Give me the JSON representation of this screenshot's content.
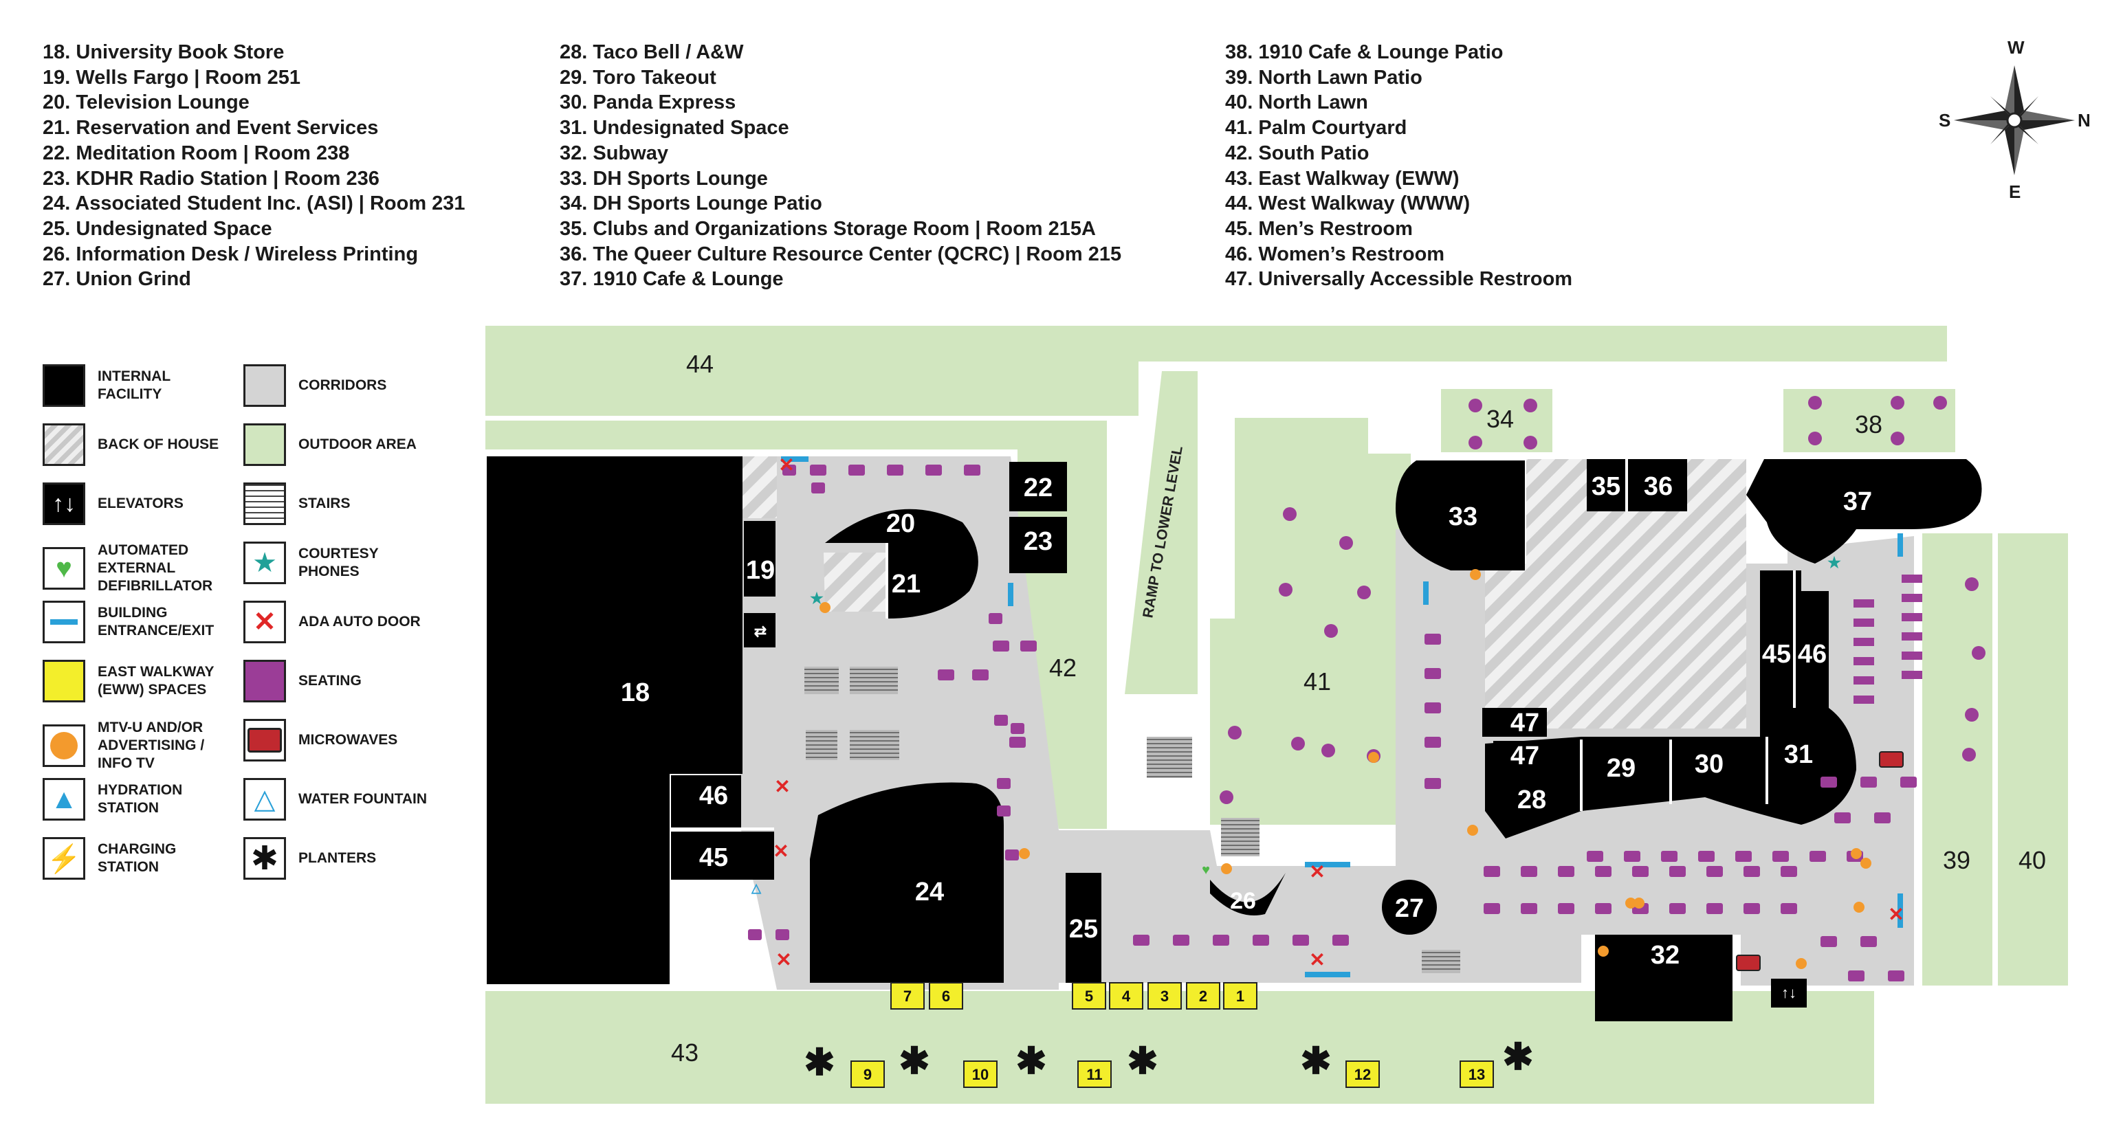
{
  "directory": {
    "col1": [
      "18. University Book Store",
      "19. Wells Fargo | Room 251",
      "20. Television Lounge",
      "21. Reservation and Event Services",
      "22. Meditation Room | Room 238",
      "23. KDHR Radio Station | Room 236",
      "24. Associated Student Inc. (ASI) | Room 231",
      "25. Undesignated Space",
      "26. Information Desk / Wireless Printing",
      "27. Union Grind"
    ],
    "col2": [
      "28. Taco Bell / A&W",
      "29. Toro Takeout",
      "30. Panda Express",
      "31. Undesignated Space",
      "32. Subway",
      "33. DH Sports Lounge",
      "34. DH Sports Lounge Patio",
      "35. Clubs and Organizations Storage Room | Room 215A",
      "36. The Queer Culture Resource Center (QCRC) | Room 215",
      "37. 1910 Cafe & Lounge"
    ],
    "col3": [
      "38. 1910 Cafe & Lounge Patio",
      "39. North Lawn Patio",
      "40. North Lawn",
      "41. Palm Courtyard",
      "42. South Patio",
      "43. East Walkway (EWW)",
      "44. West Walkway (WWW)",
      "45. Men’s Restroom",
      "46. Women’s Restroom",
      "47. Universally Accessible Restroom"
    ]
  },
  "compass": {
    "w": "W",
    "s": "S",
    "n": "N",
    "e": "E"
  },
  "legend": {
    "internal": "INTERNAL FACILITY",
    "corridors": "CORRIDORS",
    "back_of_house": "BACK OF HOUSE",
    "outdoor": "OUTDOOR AREA",
    "elevators": "ELEVATORS",
    "stairs": "STAIRS",
    "aed": "AUTOMATED EXTERNAL DEFIBRILLATOR",
    "courtesy_phones": "COURTESY PHONES",
    "entrance": "BUILDING ENTRANCE/EXIT",
    "ada_door": "ADA AUTO DOOR",
    "eww_spaces": "EAST WALKWAY (EWW) SPACES",
    "seating": "SEATING",
    "mtvu": "MTV-U AND/OR ADVERTISING / INFO TV",
    "microwaves": "MICROWAVES",
    "hydration": "HYDRATION STATION",
    "water_fountain": "WATER FOUNTAIN",
    "charging": "CHARGING STATION",
    "planters": "PLANTERS"
  },
  "map": {
    "ramp_label": "RAMP TO LOWER LEVEL",
    "rooms": [
      "18",
      "19",
      "20",
      "21",
      "22",
      "23",
      "24",
      "25",
      "26",
      "27",
      "28",
      "29",
      "30",
      "31",
      "32",
      "33",
      "35",
      "36",
      "37",
      "45",
      "46",
      "47",
      "47",
      "46",
      "45"
    ],
    "outdoor_labels": [
      "44",
      "43",
      "42",
      "41",
      "34",
      "38",
      "39",
      "40"
    ],
    "eww_spaces": [
      "1",
      "2",
      "3",
      "4",
      "5",
      "6",
      "7",
      "9",
      "10",
      "11",
      "12",
      "13"
    ]
  },
  "colors": {
    "internal": "#000000",
    "corridor": "#d4d4d4",
    "outdoor": "#d1e6bf",
    "seating": "#9b3d97",
    "eww": "#f3ee2b",
    "mtvu": "#f39a2d",
    "entrance": "#2aa0d8",
    "ada": "#e02727",
    "phone": "#21a198",
    "aed": "#4fb848",
    "hydration": "#2aa0d8",
    "microwave": "#c0292f"
  }
}
